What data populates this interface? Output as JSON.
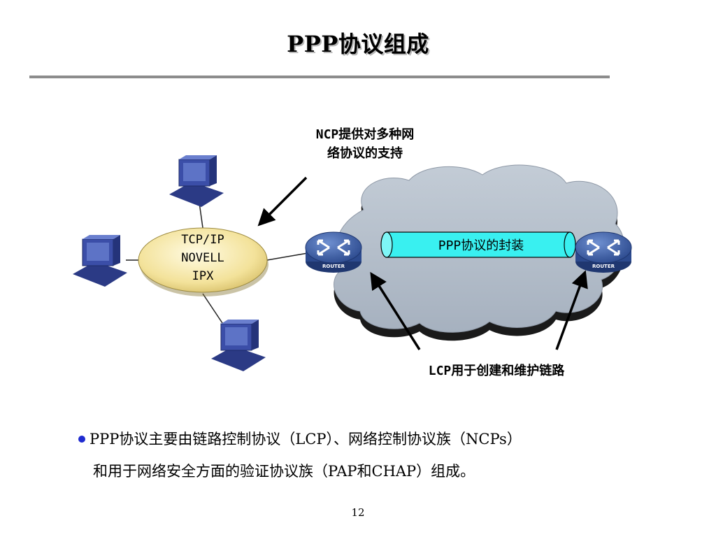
{
  "slide": {
    "title": "PPP协议组成",
    "page_number": "12"
  },
  "diagram": {
    "ncp_callout": [
      "NCP提供对多种网",
      "络协议的支持"
    ],
    "protocols": [
      "TCP/IP",
      "NOVELL",
      "IPX"
    ],
    "tunnel_label": "PPP协议的封装",
    "router_left_label": "ROUTER",
    "router_right_label": "ROUTER",
    "lcp_callout": "LCP用于创建和维护链路"
  },
  "bullet_text": {
    "line1": "PPP协议主要由链路控制协议（LCP）、网络控制协议族（NCPs）",
    "line2": "和用于网络安全方面的验证协议族（PAP和CHAP）组成。"
  },
  "colors": {
    "bullet": "#1f2bd0",
    "cloud": "#b5c0cc",
    "tunnel": "#39f0f0",
    "router": "#3f63a8",
    "ellipse": "#f3e29a",
    "computer": "#3b4ea8"
  }
}
